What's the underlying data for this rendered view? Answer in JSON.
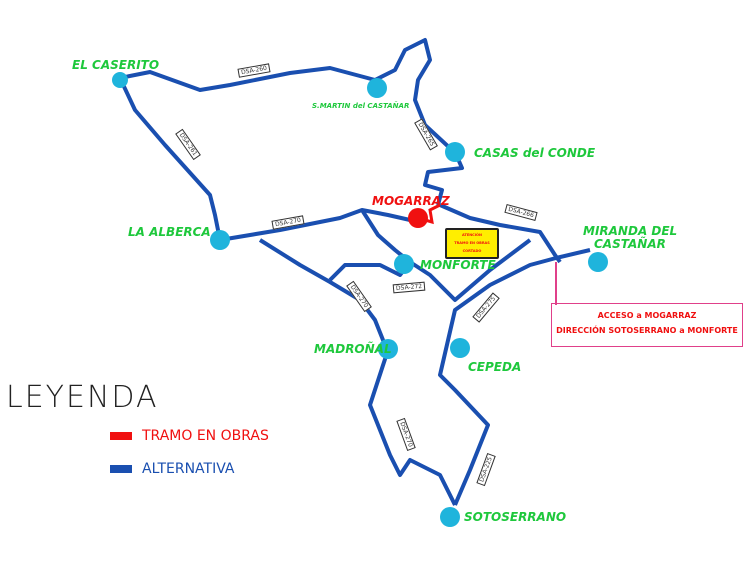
{
  "towns": {
    "el_caserito": "EL CASERITO",
    "san_martin": "S.MARTIN del CASTAÑAR",
    "casas_del_conde": "CASAS del CONDE",
    "mogarraz": "MOGARRAZ",
    "la_alberca": "LA ALBERCA",
    "monforte": "MONFORTE",
    "miranda": "MIRANDA DEL",
    "miranda2": "CASTAÑAR",
    "madronal": "MADROÑAL",
    "cepeda": "CEPEDA",
    "sotoserrano": "SOTOSERRANO"
  },
  "roads": [
    "DSA-260",
    "DSA-261",
    "DSA-265",
    "DSA-266",
    "DSA-270",
    "DSA-272",
    "DSA-270",
    "DSA-275",
    "DSA-270",
    "DSA-225"
  ],
  "warning_box": {
    "lines": [
      "ATENCIÓN",
      "TRAMO EN OBRAS",
      "CORTADO"
    ]
  },
  "access_note": {
    "line1": "ACCESO a MOGARRAZ",
    "line2": "DIRECCIÓN SOTOSERRANO a MONFORTE"
  },
  "legend": {
    "title": "LEYENDA",
    "items": [
      {
        "label": "TRAMO EN OBRAS",
        "color": "#f01010"
      },
      {
        "label": "ALTERNATIVA",
        "color": "#1a4fb0"
      }
    ]
  },
  "colors": {
    "road": "#1a4fb0",
    "town_dot": "#1fb4dc",
    "label": "#1ec83c",
    "works": "#f01010",
    "note_border": "#e0408a"
  }
}
